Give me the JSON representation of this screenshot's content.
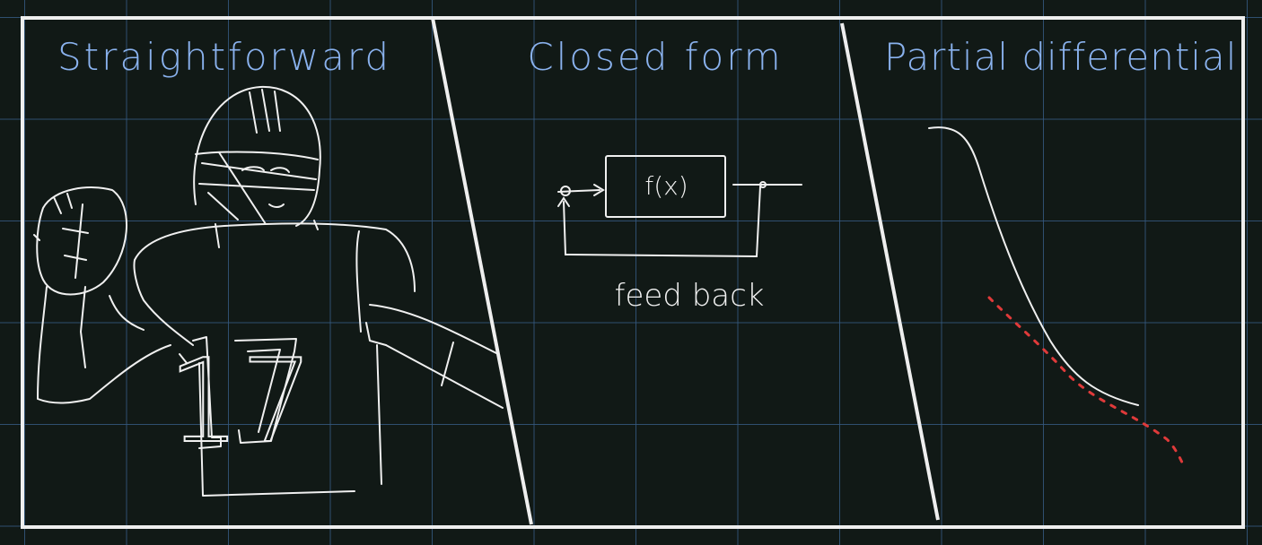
{
  "panels": [
    {
      "title": "Straightforward",
      "jersey_number": "17"
    },
    {
      "title": "Closed form",
      "block_label": "f(x)",
      "loop_label": "feed back"
    },
    {
      "title": "Partial differential"
    }
  ],
  "colors": {
    "background": "#111916",
    "grid": "#345880",
    "frame": "#eeeeee",
    "title_ink": "#8ab2ee",
    "sketch_ink": "#f0f0f0",
    "dotted_curve": "#e03a3a"
  }
}
